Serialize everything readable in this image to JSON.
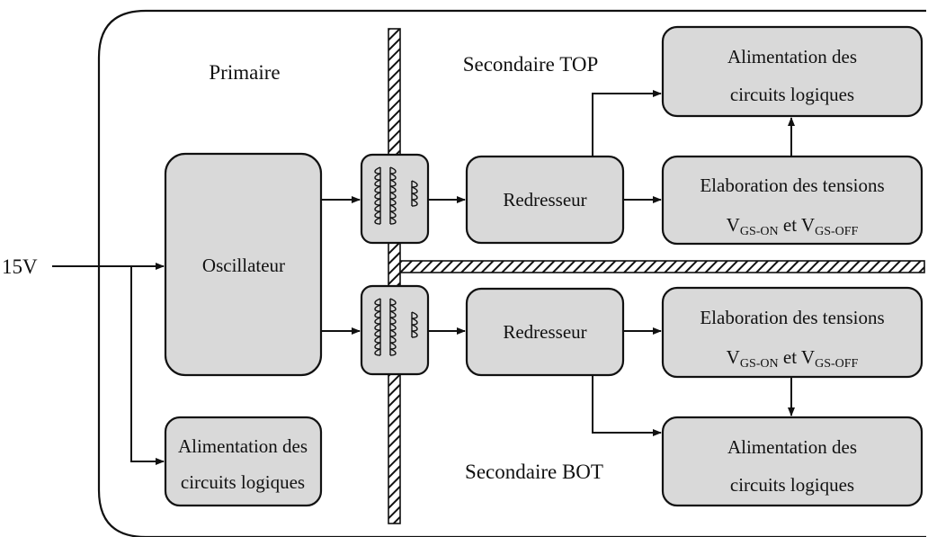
{
  "input_label": "15V",
  "regions": {
    "primary": "Primaire",
    "secondary_top": "Secondaire TOP",
    "secondary_bot": "Secondaire BOT"
  },
  "blocks": {
    "oscillator": "Oscillateur",
    "supply_primary": {
      "line1": "Alimentation des",
      "line2": "circuits logiques"
    },
    "rectifier_top": "Redresseur",
    "rectifier_bot": "Redresseur",
    "supply_top": {
      "line1": "Alimentation des",
      "line2": "circuits logiques"
    },
    "supply_bot": {
      "line1": "Alimentation des",
      "line2": "circuits logiques"
    },
    "elab_top": {
      "line1": "Elaboration des tensions",
      "v1": "V",
      "v1_sub": "GS-ON",
      "conj": " et ",
      "v2": "V",
      "v2_sub": "GS-OFF"
    },
    "elab_bot": {
      "line1": "Elaboration des tensions",
      "v1": "V",
      "v1_sub": "GS-ON",
      "conj": " et ",
      "v2": "V",
      "v2_sub": "GS-OFF"
    }
  },
  "colors": {
    "block_fill": "#d9d9d9",
    "stroke": "#111111",
    "background": "#ffffff"
  }
}
